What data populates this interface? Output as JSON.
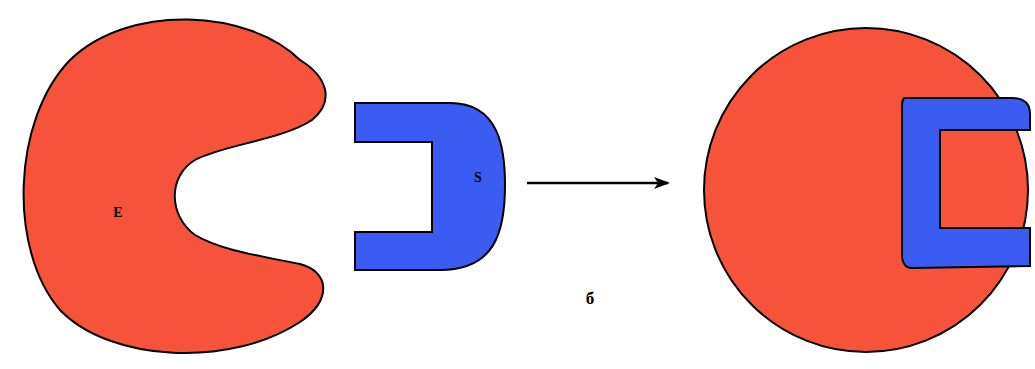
{
  "diagram": {
    "nodes": [
      {
        "text": [
          "E"
        ]
      },
      {
        "text": [
          "S"
        ]
      }
    ],
    "labels": [
      "б"
    ]
  }
}
